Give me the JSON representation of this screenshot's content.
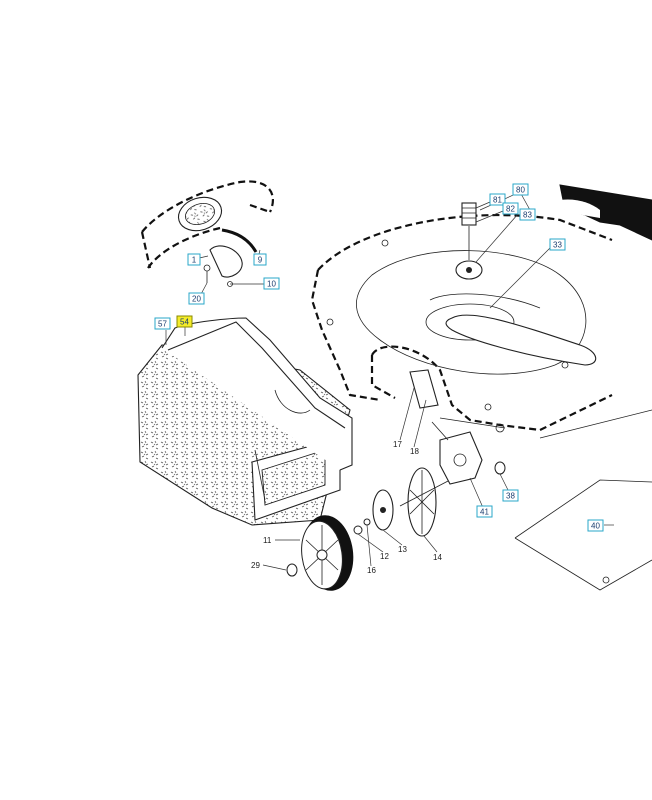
{
  "labels": {
    "p1": "1",
    "p9": "9",
    "p10": "10",
    "p20": "20",
    "p57": "57",
    "p54": "54",
    "p80": "80",
    "p81": "81",
    "p82": "82",
    "p83": "83",
    "p33": "33",
    "p38": "38",
    "p41": "41",
    "p40": "40",
    "p11": "11",
    "p29": "29",
    "p16": "16",
    "p12": "12",
    "p13": "13",
    "p14": "14",
    "p17": "17",
    "p18": "18"
  },
  "colors": {
    "boxed_label_border": "#2aa7c9",
    "highlight": "#f4ec2a"
  }
}
